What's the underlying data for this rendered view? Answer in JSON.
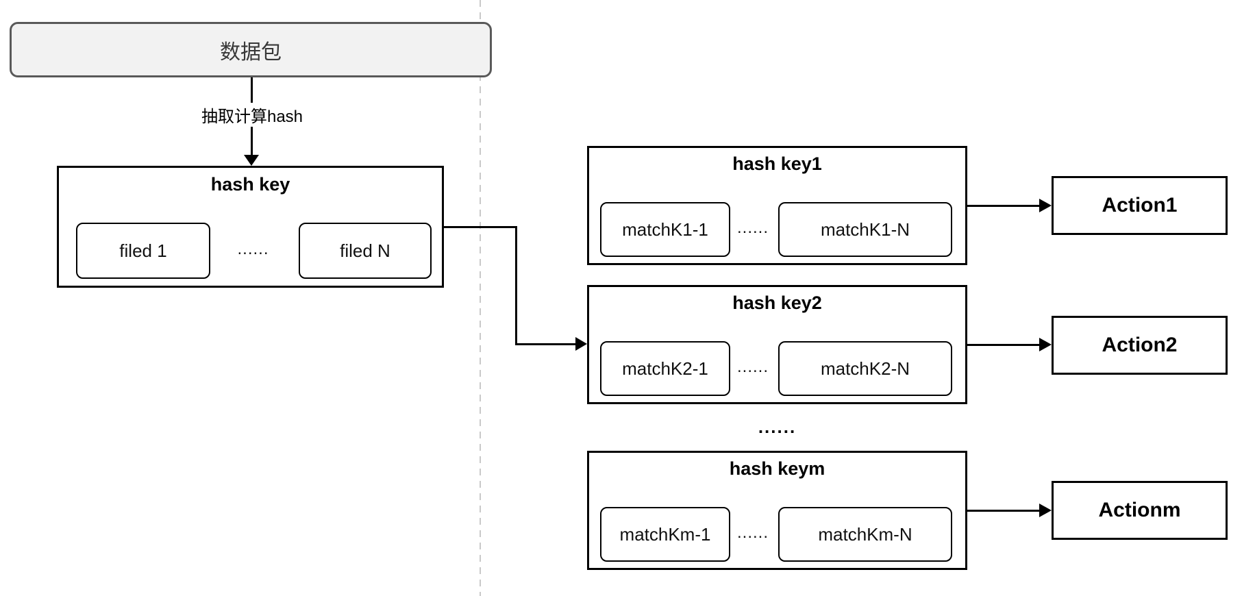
{
  "packet_box": {
    "label": "数据包"
  },
  "extract_arrow": {
    "label": "抽取计算hash"
  },
  "hash_key_box": {
    "title": "hash key",
    "fields": [
      "filed 1",
      "filed N"
    ],
    "ellipsis": "......"
  },
  "key_groups": [
    {
      "title": "hash key1",
      "match_first": "matchK1-1",
      "ellipsis": "......",
      "match_last": "matchK1-N",
      "action": "Action1"
    },
    {
      "title": "hash key2",
      "match_first": "matchK2-1",
      "ellipsis": "......",
      "match_last": "matchK2-N",
      "action": "Action2"
    },
    {
      "title": "hash keym",
      "match_first": "matchKm-1",
      "ellipsis": "......",
      "match_last": "matchKm-N",
      "action": "Actionm"
    }
  ],
  "groups_ellipsis": "......",
  "colors": {
    "line": "#000000",
    "box_border": "#000000",
    "packet_fill": "#f2f2f2",
    "packet_border": "#595959",
    "divider": "#c9c9c9",
    "background": "#ffffff"
  }
}
